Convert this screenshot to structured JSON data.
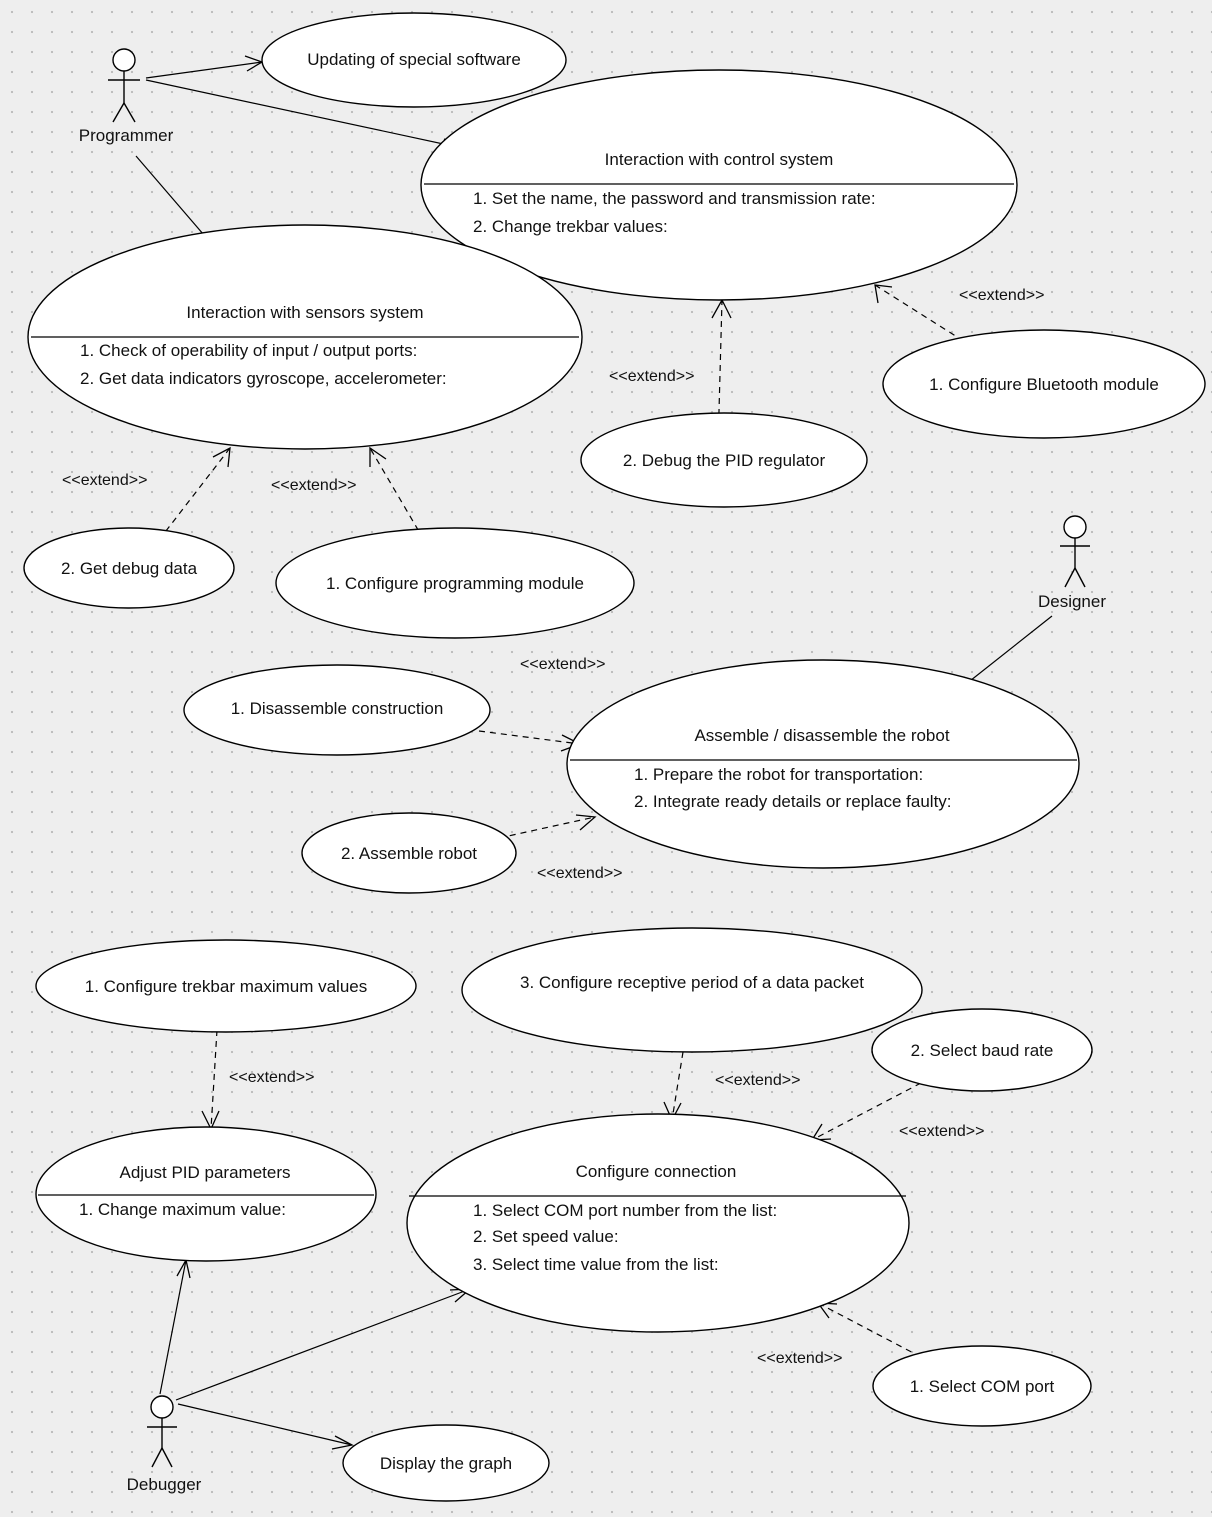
{
  "actors": {
    "programmer": "Programmer",
    "designer": "Designer",
    "debugger": "Debugger"
  },
  "use_cases": {
    "updating_software": {
      "title": "Updating of special software"
    },
    "control_system": {
      "title": "Interaction with control system",
      "items": [
        "1. Set the name, the password and transmission rate:",
        "2. Change trekbar values:"
      ]
    },
    "sensors_system": {
      "title": "Interaction with sensors system",
      "items": [
        "1. Check of operability of input / output ports:",
        "2. Get data indicators gyroscope, accelerometer:"
      ]
    },
    "configure_bluetooth": {
      "title": "1. Configure Bluetooth module"
    },
    "debug_pid_regulator": {
      "title": "2. Debug the PID regulator"
    },
    "get_debug_data": {
      "title": "2. Get debug data"
    },
    "configure_programming_module": {
      "title": "1. Configure programming module"
    },
    "disassemble_construction": {
      "title": "1. Disassemble construction"
    },
    "assemble_robot_uc": {
      "title": "Assemble / disassemble the robot",
      "items": [
        "1. Prepare the robot for transportation:",
        "2. Integrate ready details or replace faulty:"
      ]
    },
    "assemble_robot": {
      "title": "2. Assemble robot"
    },
    "configure_trekbar_max": {
      "title": "1. Configure trekbar maximum values"
    },
    "configure_receptive_period": {
      "title": "3. Configure receptive period of a data packet"
    },
    "select_baud_rate": {
      "title": "2. Select baud rate"
    },
    "adjust_pid": {
      "title": "Adjust PID parameters",
      "items": [
        "1. Change maximum value:"
      ]
    },
    "configure_connection": {
      "title": "Configure connection",
      "items": [
        "1. Select COM port number from the list:",
        "2. Set speed value:",
        "3. Select time value from the list:"
      ]
    },
    "select_com_port": {
      "title": "1. Select COM port"
    },
    "display_graph": {
      "title": "Display the graph"
    }
  },
  "extend_label": "<<extend>>",
  "colors": {
    "background": "#eeeeee",
    "grid_dot": "#b9b9b9",
    "line": "#000000",
    "usecase_fill": "#ffffff"
  }
}
